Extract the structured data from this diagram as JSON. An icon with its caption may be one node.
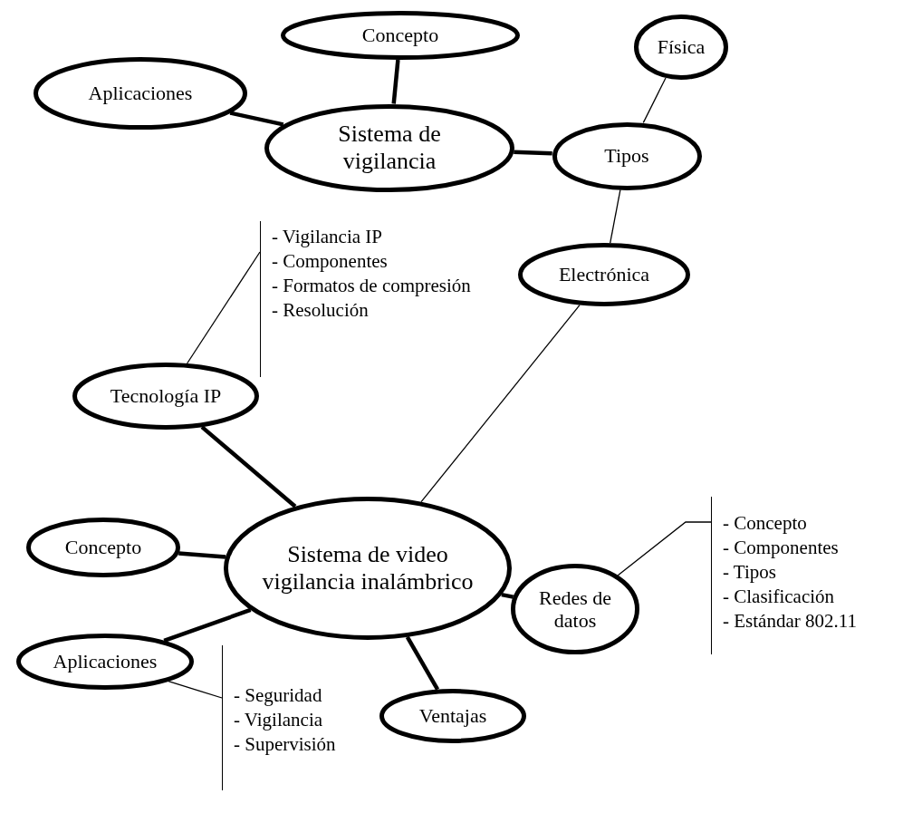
{
  "diagram": {
    "nodes": [
      {
        "text": [
          "Sistema de vigilancia"
        ]
      },
      {
        "text": [
          "Concepto"
        ]
      },
      {
        "text": [
          "Aplicaciones"
        ]
      },
      {
        "text": [
          "Tipos"
        ]
      },
      {
        "text": [
          "Física"
        ]
      },
      {
        "text": [
          "Electrónica"
        ]
      },
      {
        "text": [
          "Sistema de video vigilancia inalámbrico"
        ]
      },
      {
        "text": [
          "Tecnología IP"
        ]
      },
      {
        "text": [
          "Concepto"
        ]
      },
      {
        "text": [
          "Aplicaciones"
        ]
      },
      {
        "text": [
          "Redes de datos"
        ]
      },
      {
        "text": [
          "Ventajas"
        ]
      },
      {
        "text": [
          "- Vigilancia IP",
          "- Componentes",
          "- Formatos de compresión",
          "- Resolución"
        ]
      },
      {
        "text": [
          "- Concepto",
          "- Componentes",
          "- Tipos",
          "- Clasificación",
          "- Estándar 802.11"
        ]
      },
      {
        "text": [
          "- Seguridad",
          "- Vigilancia",
          "- Supervisión"
        ]
      }
    ],
    "edges": [
      {
        "from": 0,
        "to": 1,
        "arrow": "none"
      },
      {
        "from": 0,
        "to": 2,
        "arrow": "none"
      },
      {
        "from": 0,
        "to": 3,
        "arrow": "none"
      },
      {
        "from": 3,
        "to": 4,
        "arrow": "none"
      },
      {
        "from": 3,
        "to": 5,
        "arrow": "none"
      },
      {
        "from": 5,
        "to": 6,
        "arrow": "none"
      },
      {
        "from": 6,
        "to": 7,
        "arrow": "none"
      },
      {
        "from": 6,
        "to": 8,
        "arrow": "none"
      },
      {
        "from": 6,
        "to": 9,
        "arrow": "none"
      },
      {
        "from": 6,
        "to": 10,
        "arrow": "none"
      },
      {
        "from": 6,
        "to": 11,
        "arrow": "none"
      },
      {
        "from": 7,
        "to": 12,
        "arrow": "none"
      },
      {
        "from": 10,
        "to": 13,
        "arrow": "none"
      },
      {
        "from": 9,
        "to": 14,
        "arrow": "none"
      }
    ]
  }
}
